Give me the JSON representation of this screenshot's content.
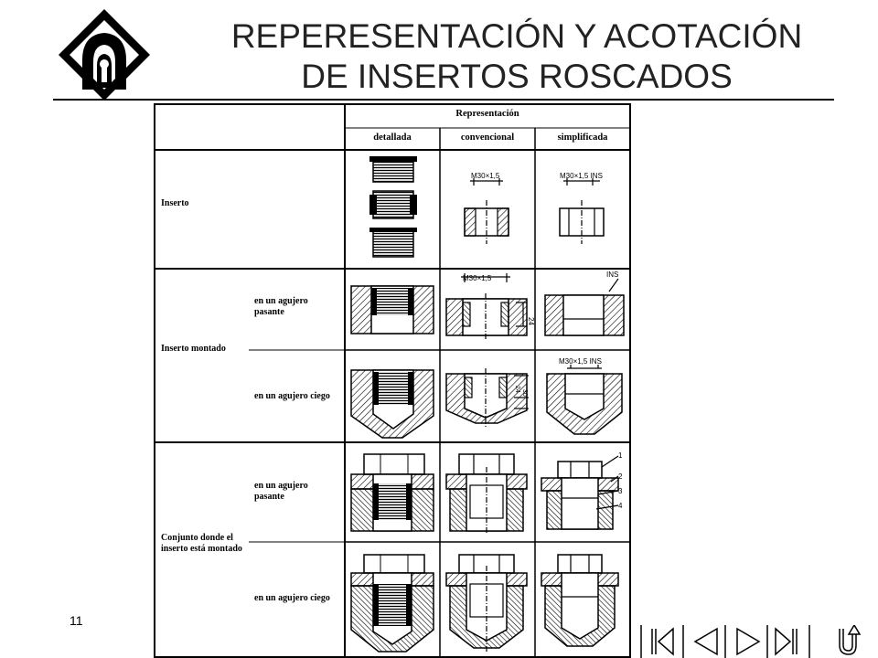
{
  "slide": {
    "title_line1": "REPERESENTACIÓN Y ACOTACIÓN",
    "title_line2": "DE INSERTOS ROSCADOS",
    "page_number": "11"
  },
  "table": {
    "header": "Representación",
    "columns": [
      "detallada",
      "convencional",
      "simplificada"
    ],
    "rows": {
      "inserto": "Inserto",
      "montado_pasante": "en un agujero pasante",
      "montado": "Inserto montado",
      "montado_ciego": "en un agujero ciego",
      "conjunto_pasante": "en un agujero pasante",
      "conjunto": "Conjunto donde el inserto está montado",
      "conjunto_ciego": "en un agujero ciego"
    },
    "annotations": {
      "dim_m30": "M30×1,5",
      "dim_m30_ins": "M30×1,5 INS",
      "ins": "INS",
      "dim_24": "24",
      "dim_30": "30",
      "parts": [
        "1",
        "2",
        "3",
        "4"
      ]
    }
  },
  "navigation": {
    "icons": [
      "first-page-icon",
      "previous-icon",
      "next-icon",
      "last-page-icon",
      "return-icon"
    ]
  }
}
